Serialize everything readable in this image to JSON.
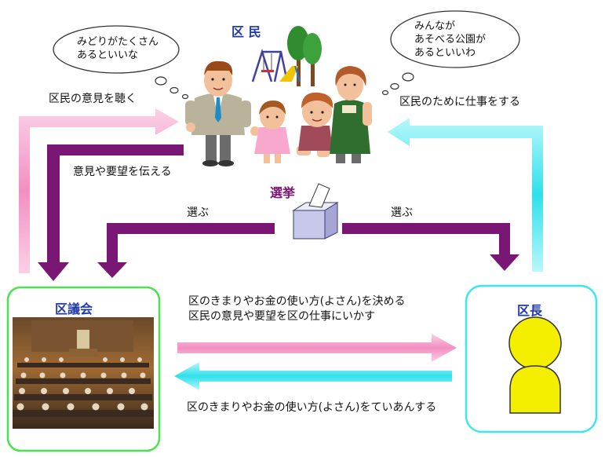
{
  "residents_label": "区 民",
  "thought_left": "みどりがたくさん\nあるといいな",
  "thought_right": "みんなが\nあそべる公園が\nあるといいわ",
  "council_label": "区議会",
  "mayor_label": "区長",
  "election_label": "選挙",
  "choose_left": "選ぶ",
  "choose_right": "選ぶ",
  "listen_label": "区民の意見を聴く",
  "convey_label": "意見や要望を伝える",
  "work_label": "区民のために仕事をする",
  "council_role_1": "区のきまりやお金の使い方(よさん)を決める",
  "council_role_2": "区民の意見や要望を区の仕事にいかす",
  "mayor_proposes": "区のきまりやお金の使い方(よさん)をていあんする",
  "colors": {
    "pink": "#f7a6cf",
    "purple": "#7a1673",
    "cyan": "#3fe6ee",
    "green": "#4fe04f",
    "yellow": "#f4ef00",
    "title_blue": "#1f3aa8",
    "title_purple": "#7a1673"
  }
}
